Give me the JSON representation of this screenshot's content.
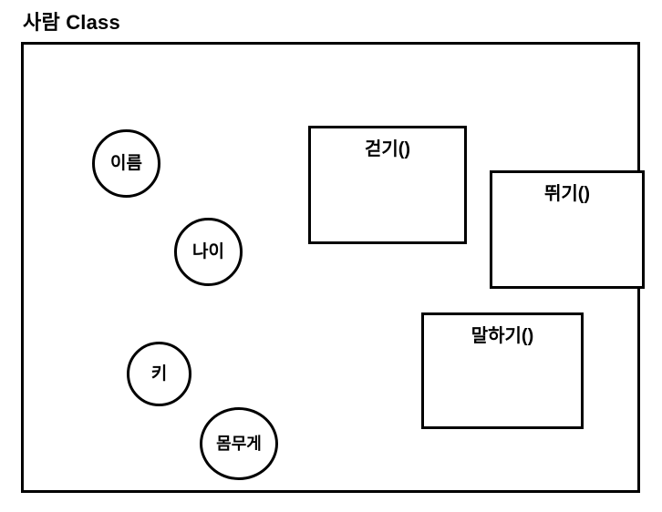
{
  "diagram": {
    "title": "사람 Class",
    "colors": {
      "stroke": "#000000",
      "background": "#ffffff",
      "text": "#000000"
    },
    "attributes": [
      {
        "label": "이름"
      },
      {
        "label": "나이"
      },
      {
        "label": "키"
      },
      {
        "label": "몸무게"
      }
    ],
    "methods": [
      {
        "label": "걷기()"
      },
      {
        "label": "뛰기()"
      },
      {
        "label": "말하기()"
      }
    ]
  }
}
